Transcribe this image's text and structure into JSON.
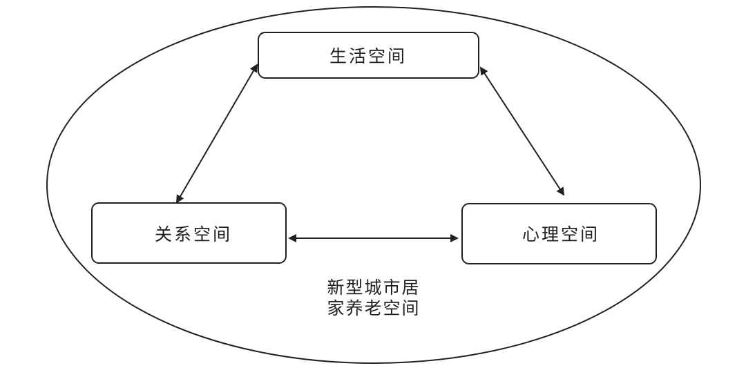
{
  "diagram": {
    "nodes": {
      "living": {
        "label": "生活空间"
      },
      "relation": {
        "label": "关系空间"
      },
      "psychology": {
        "label": "心理空间"
      }
    },
    "center": {
      "line1": "新型城市居",
      "line2": "家养老空间"
    },
    "colors": {
      "stroke": "#231f20",
      "background": "#ffffff"
    }
  }
}
